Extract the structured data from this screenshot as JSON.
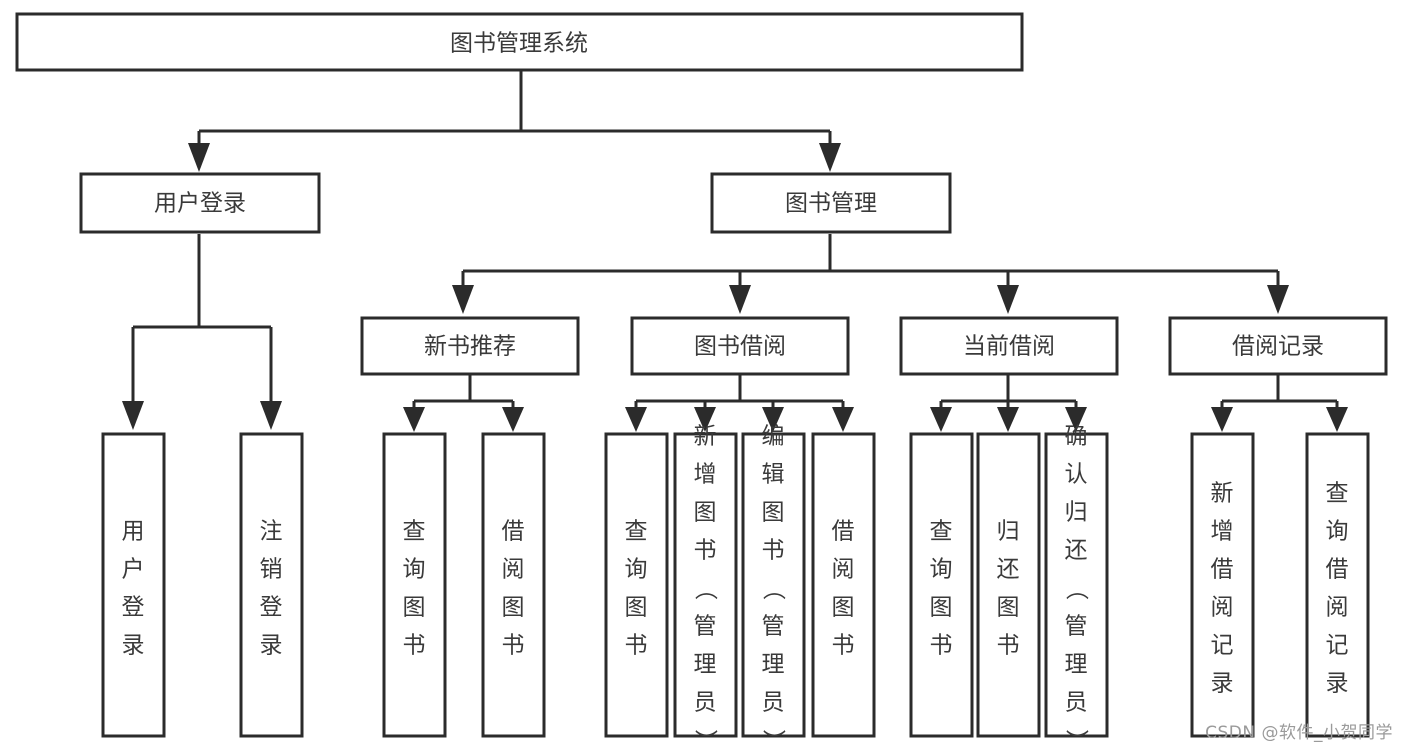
{
  "diagram": {
    "kind": "hierarchy-tree",
    "title": "图书管理系统",
    "orientation": "top-down",
    "background_color": "#ffffff",
    "stroke_color": "#2b2b2b",
    "text_color": "#3a3a3a",
    "root": {
      "label": "图书管理系统"
    },
    "level2": [
      {
        "label": "用户登录"
      },
      {
        "label": "图书管理"
      }
    ],
    "level3": [
      {
        "label": "新书推荐"
      },
      {
        "label": "图书借阅"
      },
      {
        "label": "当前借阅"
      },
      {
        "label": "借阅记录"
      }
    ],
    "leaves": {
      "user_login": [
        {
          "label": "用户登录"
        },
        {
          "label": "注销登录"
        }
      ],
      "new_book_recommend": [
        {
          "label": "查询图书"
        },
        {
          "label": "借阅图书"
        }
      ],
      "book_borrow": [
        {
          "label": "查询图书"
        },
        {
          "label": "新增图书（管理员）"
        },
        {
          "label": "编辑图书（管理员）"
        },
        {
          "label": "借阅图书"
        }
      ],
      "current_borrow": [
        {
          "label": "查询图书"
        },
        {
          "label": "归还图书"
        },
        {
          "label": "确认归还（管理员）"
        }
      ],
      "borrow_record": [
        {
          "label": "新增借阅记录"
        },
        {
          "label": "查询借阅记录"
        }
      ]
    },
    "watermark": "CSDN @软件_小贺同学"
  }
}
